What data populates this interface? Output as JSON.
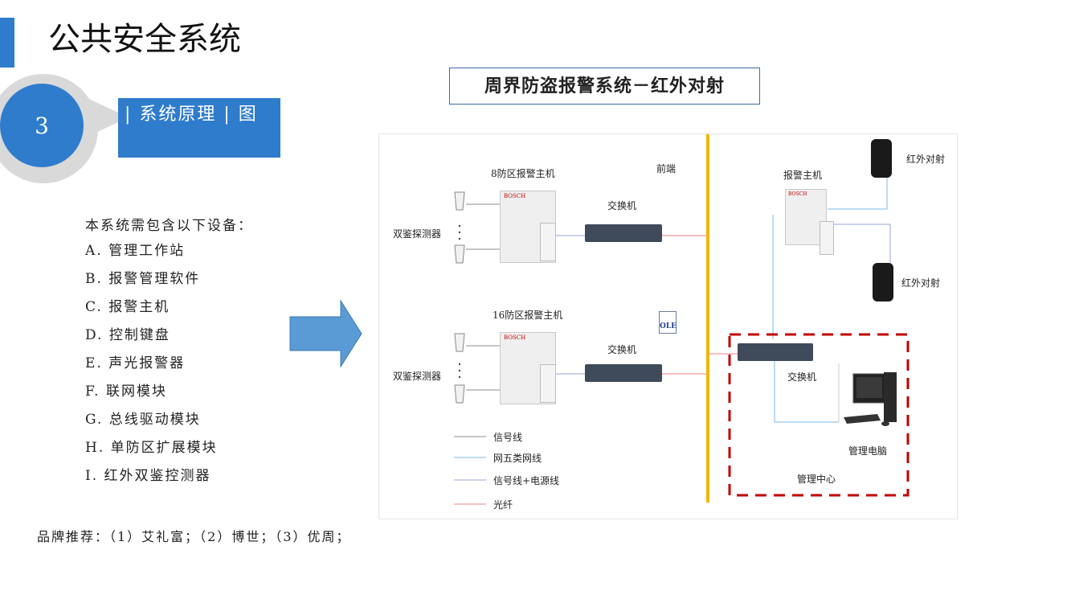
{
  "header": {
    "title": "公共安全系统"
  },
  "section": {
    "number": "3",
    "label": "| 系统原理 | 图"
  },
  "equipment": {
    "intro": "本系统需包含以下设备：",
    "items": [
      "A. 管理工作站",
      "B. 报警管理软件",
      "C. 报警主机",
      "D. 控制键盘",
      "E. 声光报警器",
      "F. 联网模块",
      "G. 总线驱动模块",
      "H. 单防区扩展模块",
      "I. 红外双鉴控测器"
    ]
  },
  "brands": "品牌推荐：（1）艾礼富；（2）博世；（3）优周；",
  "diagram": {
    "title": "周界防盗报警系统－红外对射",
    "labels": {
      "host8": "8防区报警主机",
      "host16": "16防区报警主机",
      "frontend": "前端",
      "detector": "双鉴探测器",
      "switch": "交换机",
      "alarm_host": "报警主机",
      "infrared": "红外对射",
      "management_pc": "管理电脑",
      "management_center": "管理中心",
      "ole": "OLE",
      "bosch": "BOSCH"
    },
    "legend": [
      {
        "label": "信号线",
        "color": "#8c8c8c"
      },
      {
        "label": "网五类网线",
        "color": "#7ab8e8"
      },
      {
        "label": "信号线+电源线",
        "color": "#9aa3d6"
      },
      {
        "label": "光纤",
        "color": "#f08080"
      }
    ],
    "colors": {
      "backbone": "#f4b400",
      "center_border": "#c00000",
      "accent": "#2f7ccc"
    }
  }
}
